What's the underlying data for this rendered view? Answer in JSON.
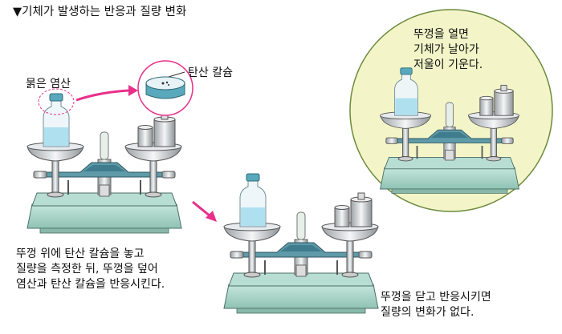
{
  "title": "▼기체가 발생하는 반응과 질량 변화",
  "labels": {
    "hydrochloric_acid": "묽은 염산",
    "calcium_carbonate": "탄산 칼슘"
  },
  "captions": {
    "step1": [
      "뚜껑 위에 탄산 칼슘을 놓고",
      "질량을 측정한 뒤, 뚜껑을 덮어",
      "염산과 탄산 칼슘을 반응시킨다."
    ],
    "closed": [
      "뚜껑을 닫고 반응시키면",
      "질량의 변화가 없다."
    ],
    "open": [
      "뚜껑을 열면",
      "기체가 날아가",
      "저울이 기운다."
    ]
  },
  "colors": {
    "arrow": "#e8308a",
    "circle": "#f3f5c8",
    "base": "#a8d6c8",
    "liquid": "#aee0f0"
  }
}
